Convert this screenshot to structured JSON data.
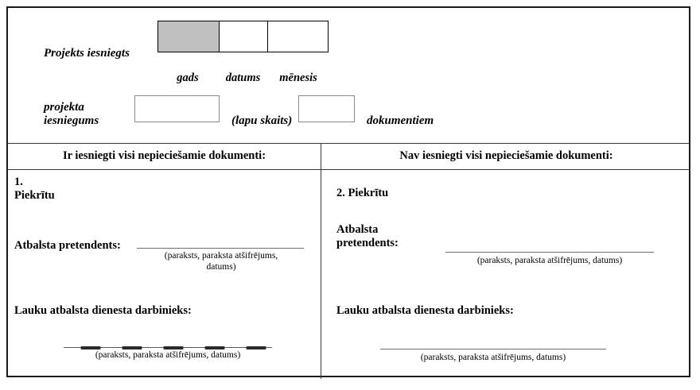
{
  "form": {
    "header": {
      "submitted_label": "Projekts iesniegts",
      "date_cells": [
        {
          "name": "gads",
          "caption": "gads",
          "value": "",
          "shaded": true
        },
        {
          "name": "datums",
          "caption": "datums",
          "value": "",
          "shaded": false
        },
        {
          "name": "menesis",
          "caption": "mēnesis",
          "value": "",
          "shaded": false
        }
      ],
      "application_label": "projekta\niesniegums",
      "pages_count_value": "",
      "pages_count_note": "(lapu skaits)",
      "documents_count_value": "",
      "documents_label": "dokumentiem"
    },
    "columns": [
      {
        "key": "submitted",
        "header": "Ir iesniegti visi nepieciešamie dokumenti:",
        "consent_text": "1.\nPiekrītu",
        "applicant_label": "Atbalsta pretendents:",
        "applicant_signature_caption": "(paraksts, paraksta atšifrējums,\ndatums)",
        "officer_label": "Lauku atbalsta dienesta darbinieks:",
        "officer_signature_caption": "(paraksts, paraksta atšifrējums, datums)"
      },
      {
        "key": "not-submitted",
        "header": "Nav iesniegti visi nepieciešamie dokumenti:",
        "consent_text": "2. Piekrītu",
        "applicant_label": "Atbalsta\npretendents:",
        "applicant_signature_caption": "(paraksts, paraksta atšifrējums, datums)",
        "officer_label": "Lauku atbalsta dienesta darbinieks:",
        "officer_signature_caption": "(paraksts, paraksta atšifrējums, datums)"
      }
    ],
    "colors": {
      "shaded_cell": "#c0c0c0",
      "frame_border": "#1a1a1a",
      "rule_line": "#6e6e6e",
      "text": "#000000"
    }
  }
}
